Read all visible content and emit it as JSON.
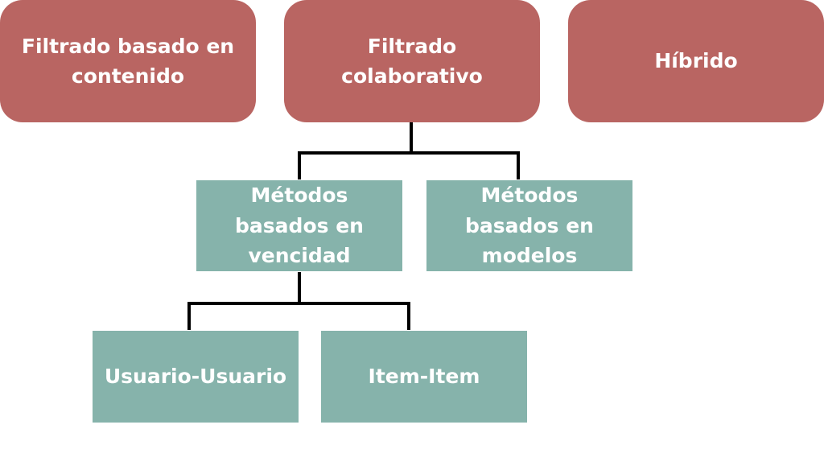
{
  "diagram": {
    "top_row": {
      "content_based": "Filtrado basado en contenido",
      "collaborative": "Filtrado colaborativo",
      "hybrid": "Híbrido"
    },
    "collaborative_children": {
      "neighborhood": "Métodos basados en vencidad",
      "model_based": "Métodos basados en modelos"
    },
    "neighborhood_children": {
      "user_user": "Usuario-Usuario",
      "item_item": "Item-Item"
    },
    "colors": {
      "category_box": "#b96562",
      "method_box": "#86b3ab",
      "connector": "#000000",
      "text": "#ffffff"
    }
  }
}
